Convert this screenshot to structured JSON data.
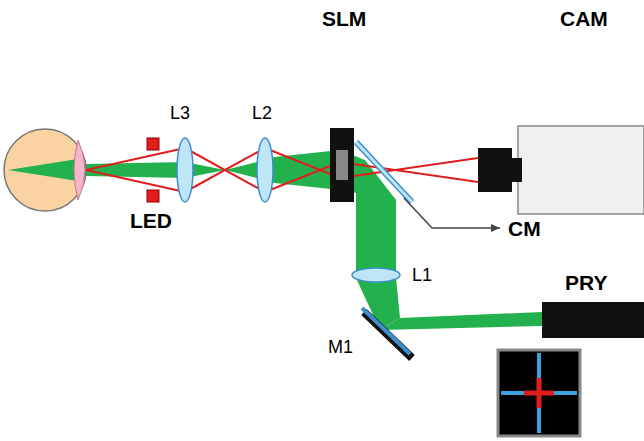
{
  "diagram": {
    "labels": [
      "SLM",
      "CAM",
      "L3",
      "L2",
      "LED",
      "CM",
      "L1",
      "PRY",
      "M1"
    ]
  }
}
